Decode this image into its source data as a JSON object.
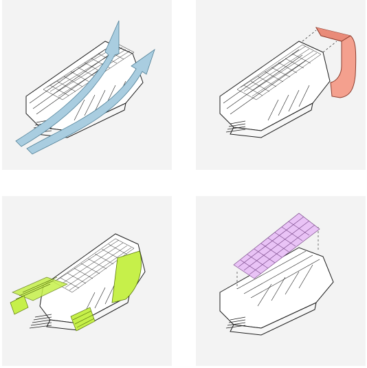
{
  "panels": [
    {
      "id": "circulation",
      "caption": "",
      "overlay": "arrows",
      "accent": "#a9cde0"
    },
    {
      "id": "enclosure",
      "caption": "",
      "overlay": "shell",
      "accent": "#f4a08e"
    },
    {
      "id": "facade",
      "caption": "",
      "overlay": "louvers",
      "accent": "#c6f04a"
    },
    {
      "id": "roof",
      "caption": "",
      "overlay": "roof",
      "accent": "#e9c3f6"
    }
  ],
  "colors": {
    "background": "#ffffff",
    "panel": "#f3f3f3",
    "linework": "#1a1a1a",
    "arrow": "#a9cde0",
    "shell": "#f4a08e",
    "louver": "#c6f04a",
    "roof": "#e9c3f6"
  }
}
